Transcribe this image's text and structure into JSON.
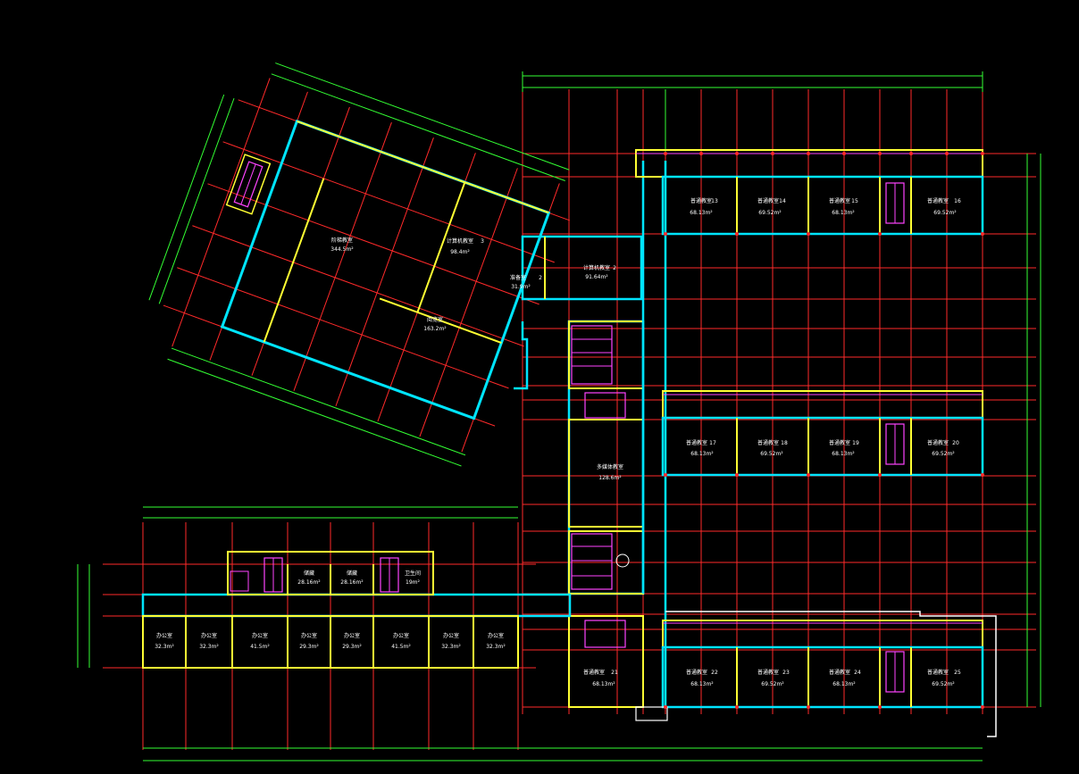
{
  "colors": {
    "background": "#000000",
    "axis_line": "#ff2a2a",
    "exterior_wall": "#00e5ff",
    "interior_wall": "#ffff33",
    "dimension_line": "#33ff33",
    "stair": "#ff44ff",
    "text": "#ffffff"
  },
  "rooms": [
    {
      "id": "r13",
      "name": "普通教室",
      "number": "13",
      "area": "68.13m²"
    },
    {
      "id": "r14",
      "name": "普通教室",
      "number": "14",
      "area": "69.52m²"
    },
    {
      "id": "r15",
      "name": "普通教室",
      "number": "15",
      "area": "68.13m²"
    },
    {
      "id": "r16",
      "name": "普通教室",
      "number": "16",
      "area": "69.52m²"
    },
    {
      "id": "r17",
      "name": "普通教室",
      "number": "17",
      "area": "68.13m²"
    },
    {
      "id": "r18",
      "name": "普通教室",
      "number": "18",
      "area": "69.52m²"
    },
    {
      "id": "r19",
      "name": "普通教室",
      "number": "19",
      "area": "68.13m²"
    },
    {
      "id": "r20",
      "name": "普通教室",
      "number": "20",
      "area": "69.52m²"
    },
    {
      "id": "r21",
      "name": "普通教室",
      "number": "21",
      "area": "68.13m²"
    },
    {
      "id": "r22",
      "name": "普通教室",
      "number": "22",
      "area": "68.13m²"
    },
    {
      "id": "r23",
      "name": "普通教室",
      "number": "23",
      "area": "69.52m²"
    },
    {
      "id": "r24",
      "name": "普通教室",
      "number": "24",
      "area": "68.13m²"
    },
    {
      "id": "r25",
      "name": "普通教室",
      "number": "25",
      "area": "69.52m²"
    },
    {
      "id": "rc",
      "name": "计算机教室",
      "number": "2",
      "area": "91.64m²"
    },
    {
      "id": "rc3",
      "name": "计算机教室",
      "number": "3",
      "area": "98.4m²"
    },
    {
      "id": "rm",
      "name": "多媒体教室",
      "number": "",
      "area": "128.6m²"
    },
    {
      "id": "rbig",
      "name": "阶梯教室",
      "number": "",
      "area": "344.5m²"
    },
    {
      "id": "rlib",
      "name": "阅览室",
      "number": "",
      "area": "163.2m²"
    },
    {
      "id": "rprep",
      "name": "准备室",
      "number": "2",
      "area": "31.9m²"
    }
  ],
  "office_rooms": [
    {
      "id": "o1",
      "name": "办公室",
      "area": "32.3m²"
    },
    {
      "id": "o2",
      "name": "办公室",
      "area": "32.3m²"
    },
    {
      "id": "o3",
      "name": "办公室",
      "area": "41.5m²"
    },
    {
      "id": "o4",
      "name": "办公室",
      "area": "29.3m²"
    },
    {
      "id": "o5",
      "name": "办公室",
      "area": "29.3m²"
    },
    {
      "id": "o6",
      "name": "办公室",
      "area": "41.5m²"
    },
    {
      "id": "o7",
      "name": "办公室",
      "area": "32.3m²"
    },
    {
      "id": "o8",
      "name": "办公室",
      "area": "32.3m²"
    },
    {
      "id": "o9",
      "name": "储藏",
      "area": "28.16m²"
    },
    {
      "id": "o10",
      "name": "储藏",
      "area": "28.16m²"
    },
    {
      "id": "o11",
      "name": "卫生间",
      "area": "19m²"
    }
  ]
}
